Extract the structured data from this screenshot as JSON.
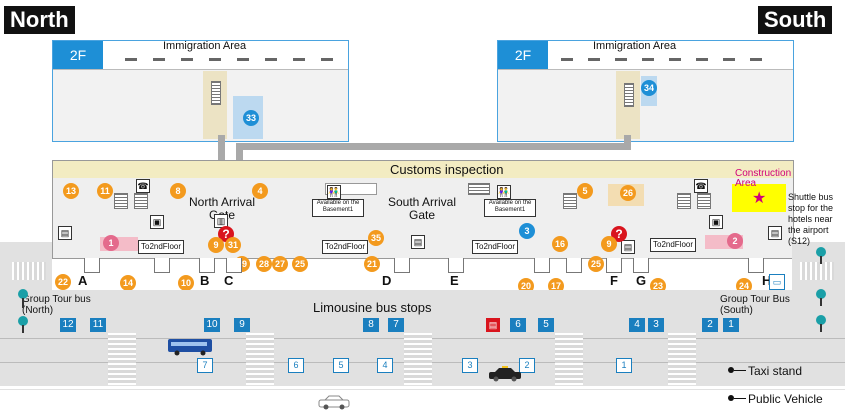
{
  "directions": {
    "north": "North",
    "south": "South"
  },
  "floor2": {
    "north": {
      "floor": "2F",
      "area_label": "Immigration Area",
      "marker": "33"
    },
    "south": {
      "floor": "2F",
      "area_label": "Immigration Area",
      "marker": "34"
    }
  },
  "customs": {
    "label": "Customs inspection"
  },
  "construction": {
    "label": "Construction Area"
  },
  "gates": {
    "north": "North Arrival Gate",
    "south": "South Arrival Gate",
    "bus_gates": [
      "A",
      "B",
      "C",
      "D",
      "E",
      "F",
      "G",
      "H"
    ]
  },
  "to2nd": "To2ndFloor",
  "basement_note": "Available on the Basement1",
  "limousine_label": "Limousine bus stops",
  "group_tour_north": "Group Tour bus (North)",
  "group_tour_south": "Group Tour Bus (South)",
  "shuttle_note": "Shuttle bus stop for the hotels near the airport (S12)",
  "taxi_stand": "Taxi stand",
  "public_vehicle": "Public Vehicle",
  "markers_orange": [
    "13",
    "11",
    "8",
    "4",
    "9",
    "31",
    "19",
    "28",
    "27",
    "25",
    "35",
    "21",
    "22",
    "14",
    "10",
    "5",
    "26",
    "16",
    "9",
    "20",
    "17",
    "25",
    "23",
    "24"
  ],
  "markers_pink": [
    "1",
    "2"
  ],
  "marker_blue": "3",
  "bus_stop_numbers": [
    "12",
    "11",
    "10",
    "9",
    "8",
    "7",
    "6",
    "5",
    "4",
    "3",
    "2",
    "1"
  ],
  "taxi_numbers": [
    "7",
    "6",
    "5",
    "4",
    "3",
    "2",
    "1"
  ],
  "colors": {
    "accent_blue": "#1e8fd6",
    "bus_blue": "#1a7fbf",
    "marker_orange": "#f39a1e",
    "marker_pink": "#e46a8c",
    "construction_yellow": "#ffff00",
    "construction_text": "#d0007a"
  }
}
